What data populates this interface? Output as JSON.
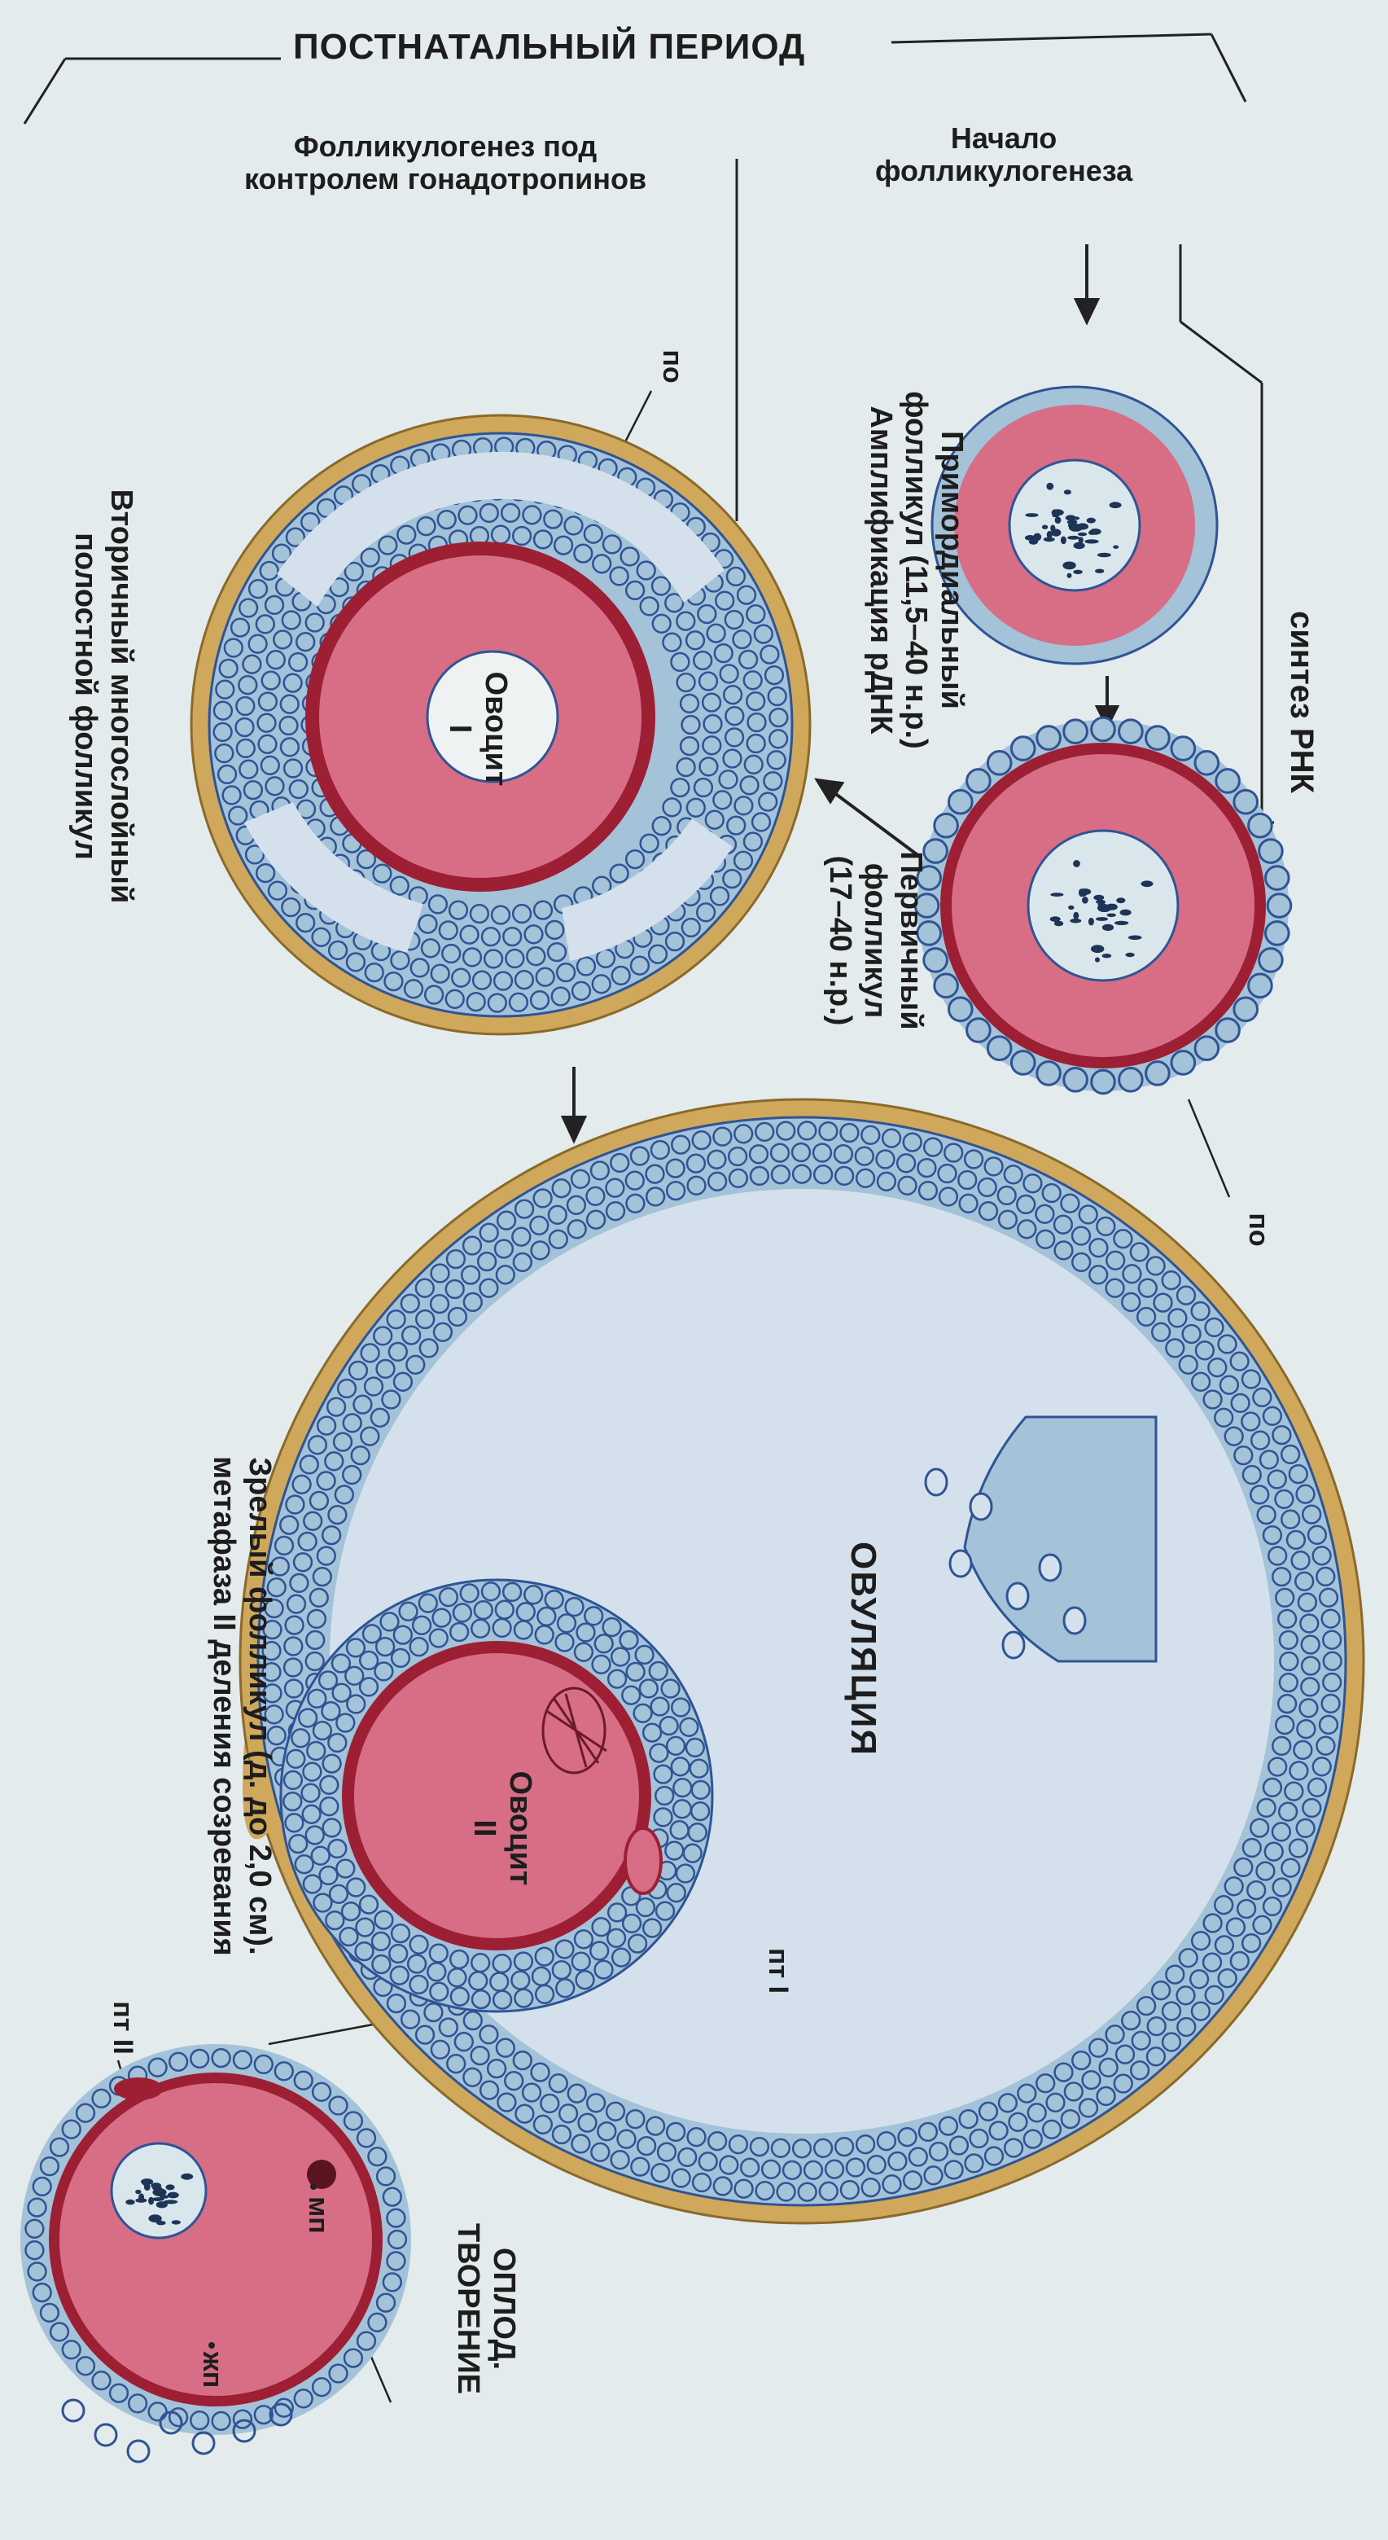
{
  "header": {
    "title": "ПОСТНАТАЛЬНЫЙ ПЕРИОД"
  },
  "left_column": {
    "label_line1": "Фолликулогенез под",
    "label_line2": "контролем гонадотропинов"
  },
  "right_column": {
    "label_line1": "Начало",
    "label_line2": "фолликулогенеза"
  },
  "labels": {
    "rna_synthesis": "синтез РНК",
    "primordial_line1": "Примордиальный",
    "primordial_line2": "фолликул (11,5–40 н.р.)",
    "primordial_line3": "Амплификация рДНК",
    "primary_line1": "Первичный",
    "primary_line2": "фолликул",
    "primary_line3": "(17–40 н.р.)",
    "secondary_line1": "Вторичный многослойный",
    "secondary_line2": "полостной фолликул",
    "ovulation": "ОВУЛЯЦИЯ",
    "mature_line1": "Зрелый фолликул (д. до 2,0 см).",
    "mature_line2": "метафаза II деления созревания",
    "fertilization_line1": "ОПЛОД.",
    "fertilization_line2": "ТВОРЕНИЕ",
    "po_top": "по",
    "po_right": "по",
    "oocyte1_line1": "Овоцит",
    "oocyte1_line2": "I",
    "oocyte2_line1": "Овоцит",
    "oocyte2_line2": "II",
    "pt1": "пт I",
    "pt2": "пт II",
    "mp": "мп",
    "zhp": "жп"
  },
  "colors": {
    "background": "#e4ebec",
    "oocyte": "#d76e86",
    "zona": "#9c1f34",
    "granulosa_fill": "#a4c2d8",
    "granulosa_cell": "#2f5494",
    "theca": "#cfa85c",
    "antrum": "#d4e1ec",
    "nucleus": "#d9e7ec"
  }
}
